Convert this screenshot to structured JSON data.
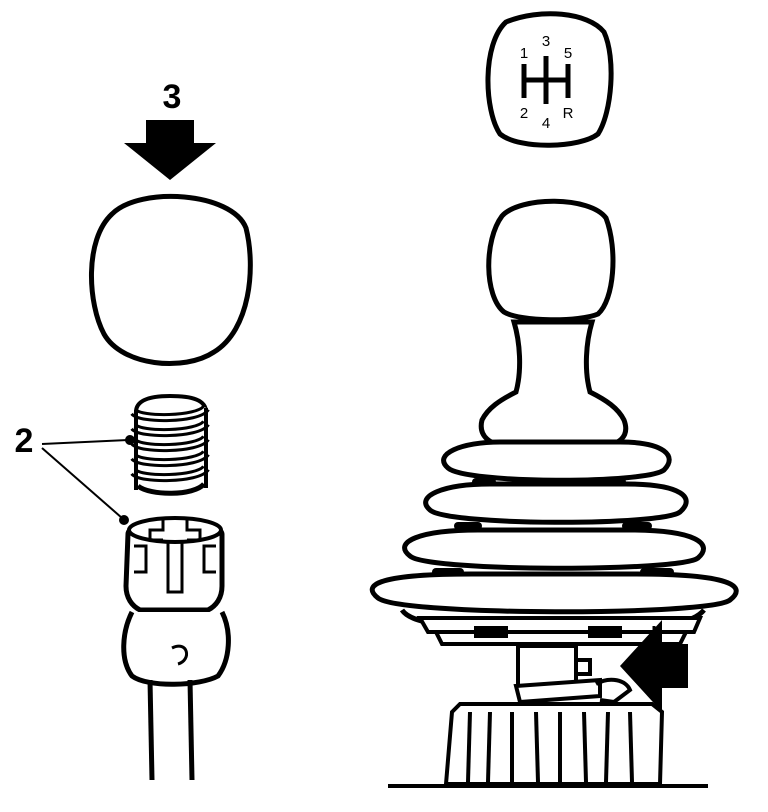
{
  "callouts": {
    "push_arrow": "3",
    "spring_and_retainer": "2"
  },
  "shift_pattern": {
    "top_row": [
      "1",
      "3",
      "5"
    ],
    "bottom_row": [
      "2",
      "4",
      "R"
    ]
  },
  "colors": {
    "line": "#000000",
    "background": "#ffffff"
  }
}
